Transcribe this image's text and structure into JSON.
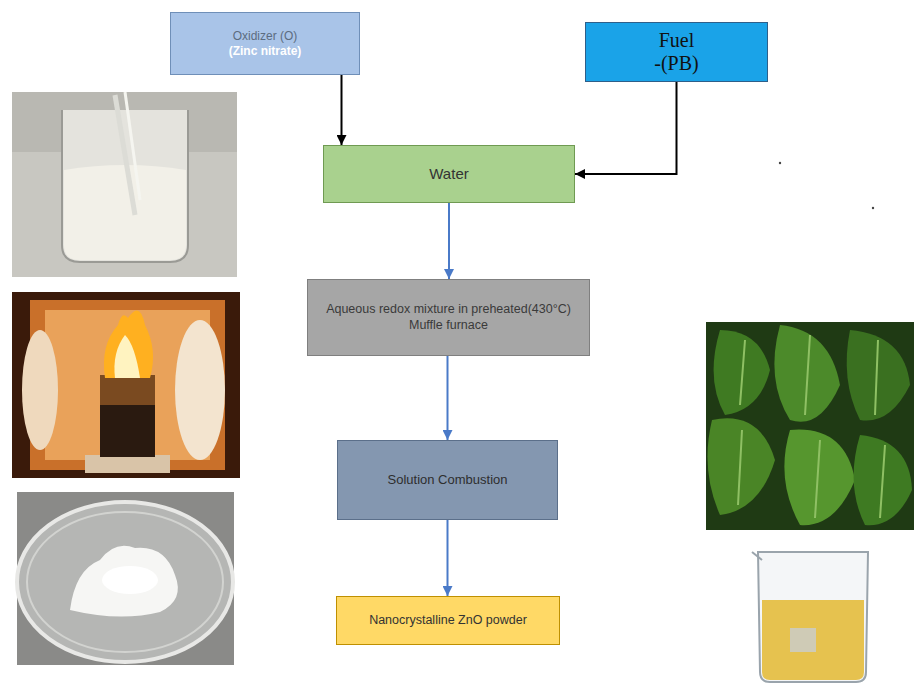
{
  "diagram": {
    "nodes": [
      {
        "text": [
          "Oxidizer (O)",
          "(Zinc nitrate)"
        ]
      },
      {
        "text": [
          "Fuel",
          "-(PB)"
        ]
      },
      {
        "text": [
          "Water"
        ]
      },
      {
        "text": [
          "Aqueous redox mixture in preheated(430°C) Muffle furnace"
        ]
      },
      {
        "text": [
          "Solution Combustion"
        ]
      },
      {
        "text": [
          "Nanocrystalline ZnO powder"
        ]
      }
    ],
    "edges": [
      {
        "from": 0,
        "to": 2,
        "arrow": "to"
      },
      {
        "from": 1,
        "to": 2,
        "arrow": "to"
      },
      {
        "from": 2,
        "to": 3,
        "arrow": "to"
      },
      {
        "from": 3,
        "to": 4,
        "arrow": "to"
      },
      {
        "from": 4,
        "to": 5,
        "arrow": "to"
      }
    ]
  }
}
